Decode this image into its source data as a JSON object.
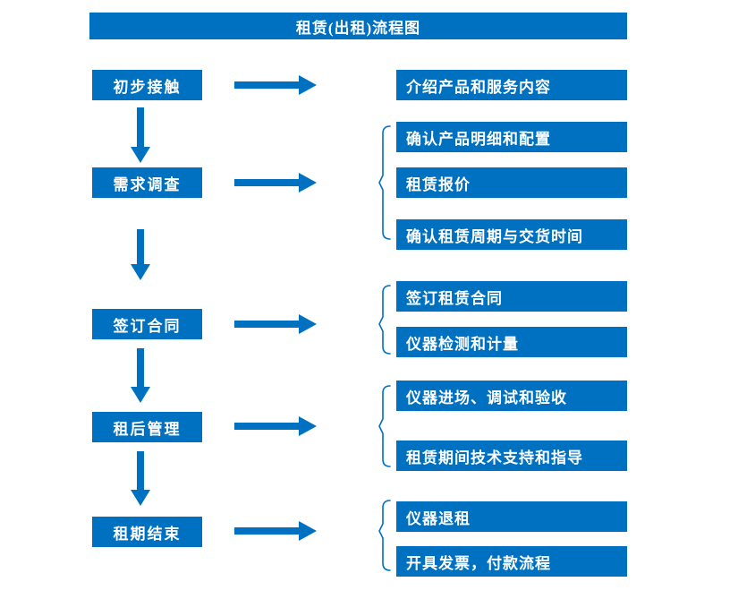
{
  "title": "租赁(出租)流程图",
  "stages": [
    {
      "label": "初步接触",
      "items": [
        "介绍产品和服务内容"
      ]
    },
    {
      "label": "需求调查",
      "items": [
        "确认产品明细和配置",
        "租赁报价",
        "确认租赁周期与交货时间"
      ]
    },
    {
      "label": "签订合同",
      "items": [
        "签订租赁合同",
        "仪器检测和计量"
      ]
    },
    {
      "label": "租后管理",
      "items": [
        "仪器进场、调试和验收",
        "租赁期间技术支持和指导"
      ]
    },
    {
      "label": "租期结束",
      "items": [
        "仪器退租",
        "开具发票，付款流程"
      ]
    }
  ],
  "colors": {
    "primary": "#0070C0",
    "text": "#FFFFFF",
    "background": "#FFFFFF"
  }
}
